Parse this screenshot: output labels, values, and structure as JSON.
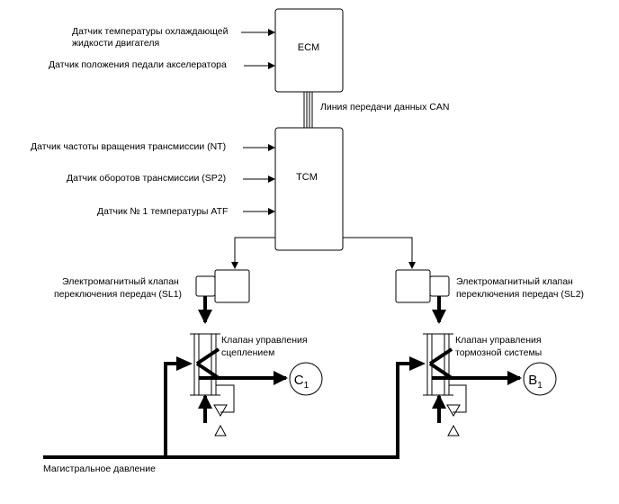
{
  "ecm": {
    "label": "ECM"
  },
  "tcm": {
    "label": "TCM"
  },
  "can_line": "Линия передачи данных CAN",
  "ecm_inputs": {
    "coolant_line1": "Датчик температуры охлаждающей",
    "coolant_line2": "жидкости двигателя",
    "pedal": "Датчик положения педали акселератора"
  },
  "tcm_inputs": {
    "nt": "Датчик частоты вращения трансмиссии (NT)",
    "sp2": "Датчик оборотов трансмиссии (SP2)",
    "atf": "Датчик № 1 температуры ATF"
  },
  "sl1": {
    "line1": "Электромагнитный клапан",
    "line2": "переключения передач (SL1)"
  },
  "sl2": {
    "line1": "Электромагнитный клапан",
    "line2": "переключения передач (SL2)"
  },
  "clutch_valve": {
    "line1": "Клапан управления",
    "line2": "сцеплением"
  },
  "brake_valve": {
    "line1": "Клапан управления",
    "line2": "тормозной системы"
  },
  "c1": {
    "letter": "C",
    "sub": "1"
  },
  "b1": {
    "letter": "B",
    "sub": "1"
  },
  "line_pressure": "Магистральное давление"
}
